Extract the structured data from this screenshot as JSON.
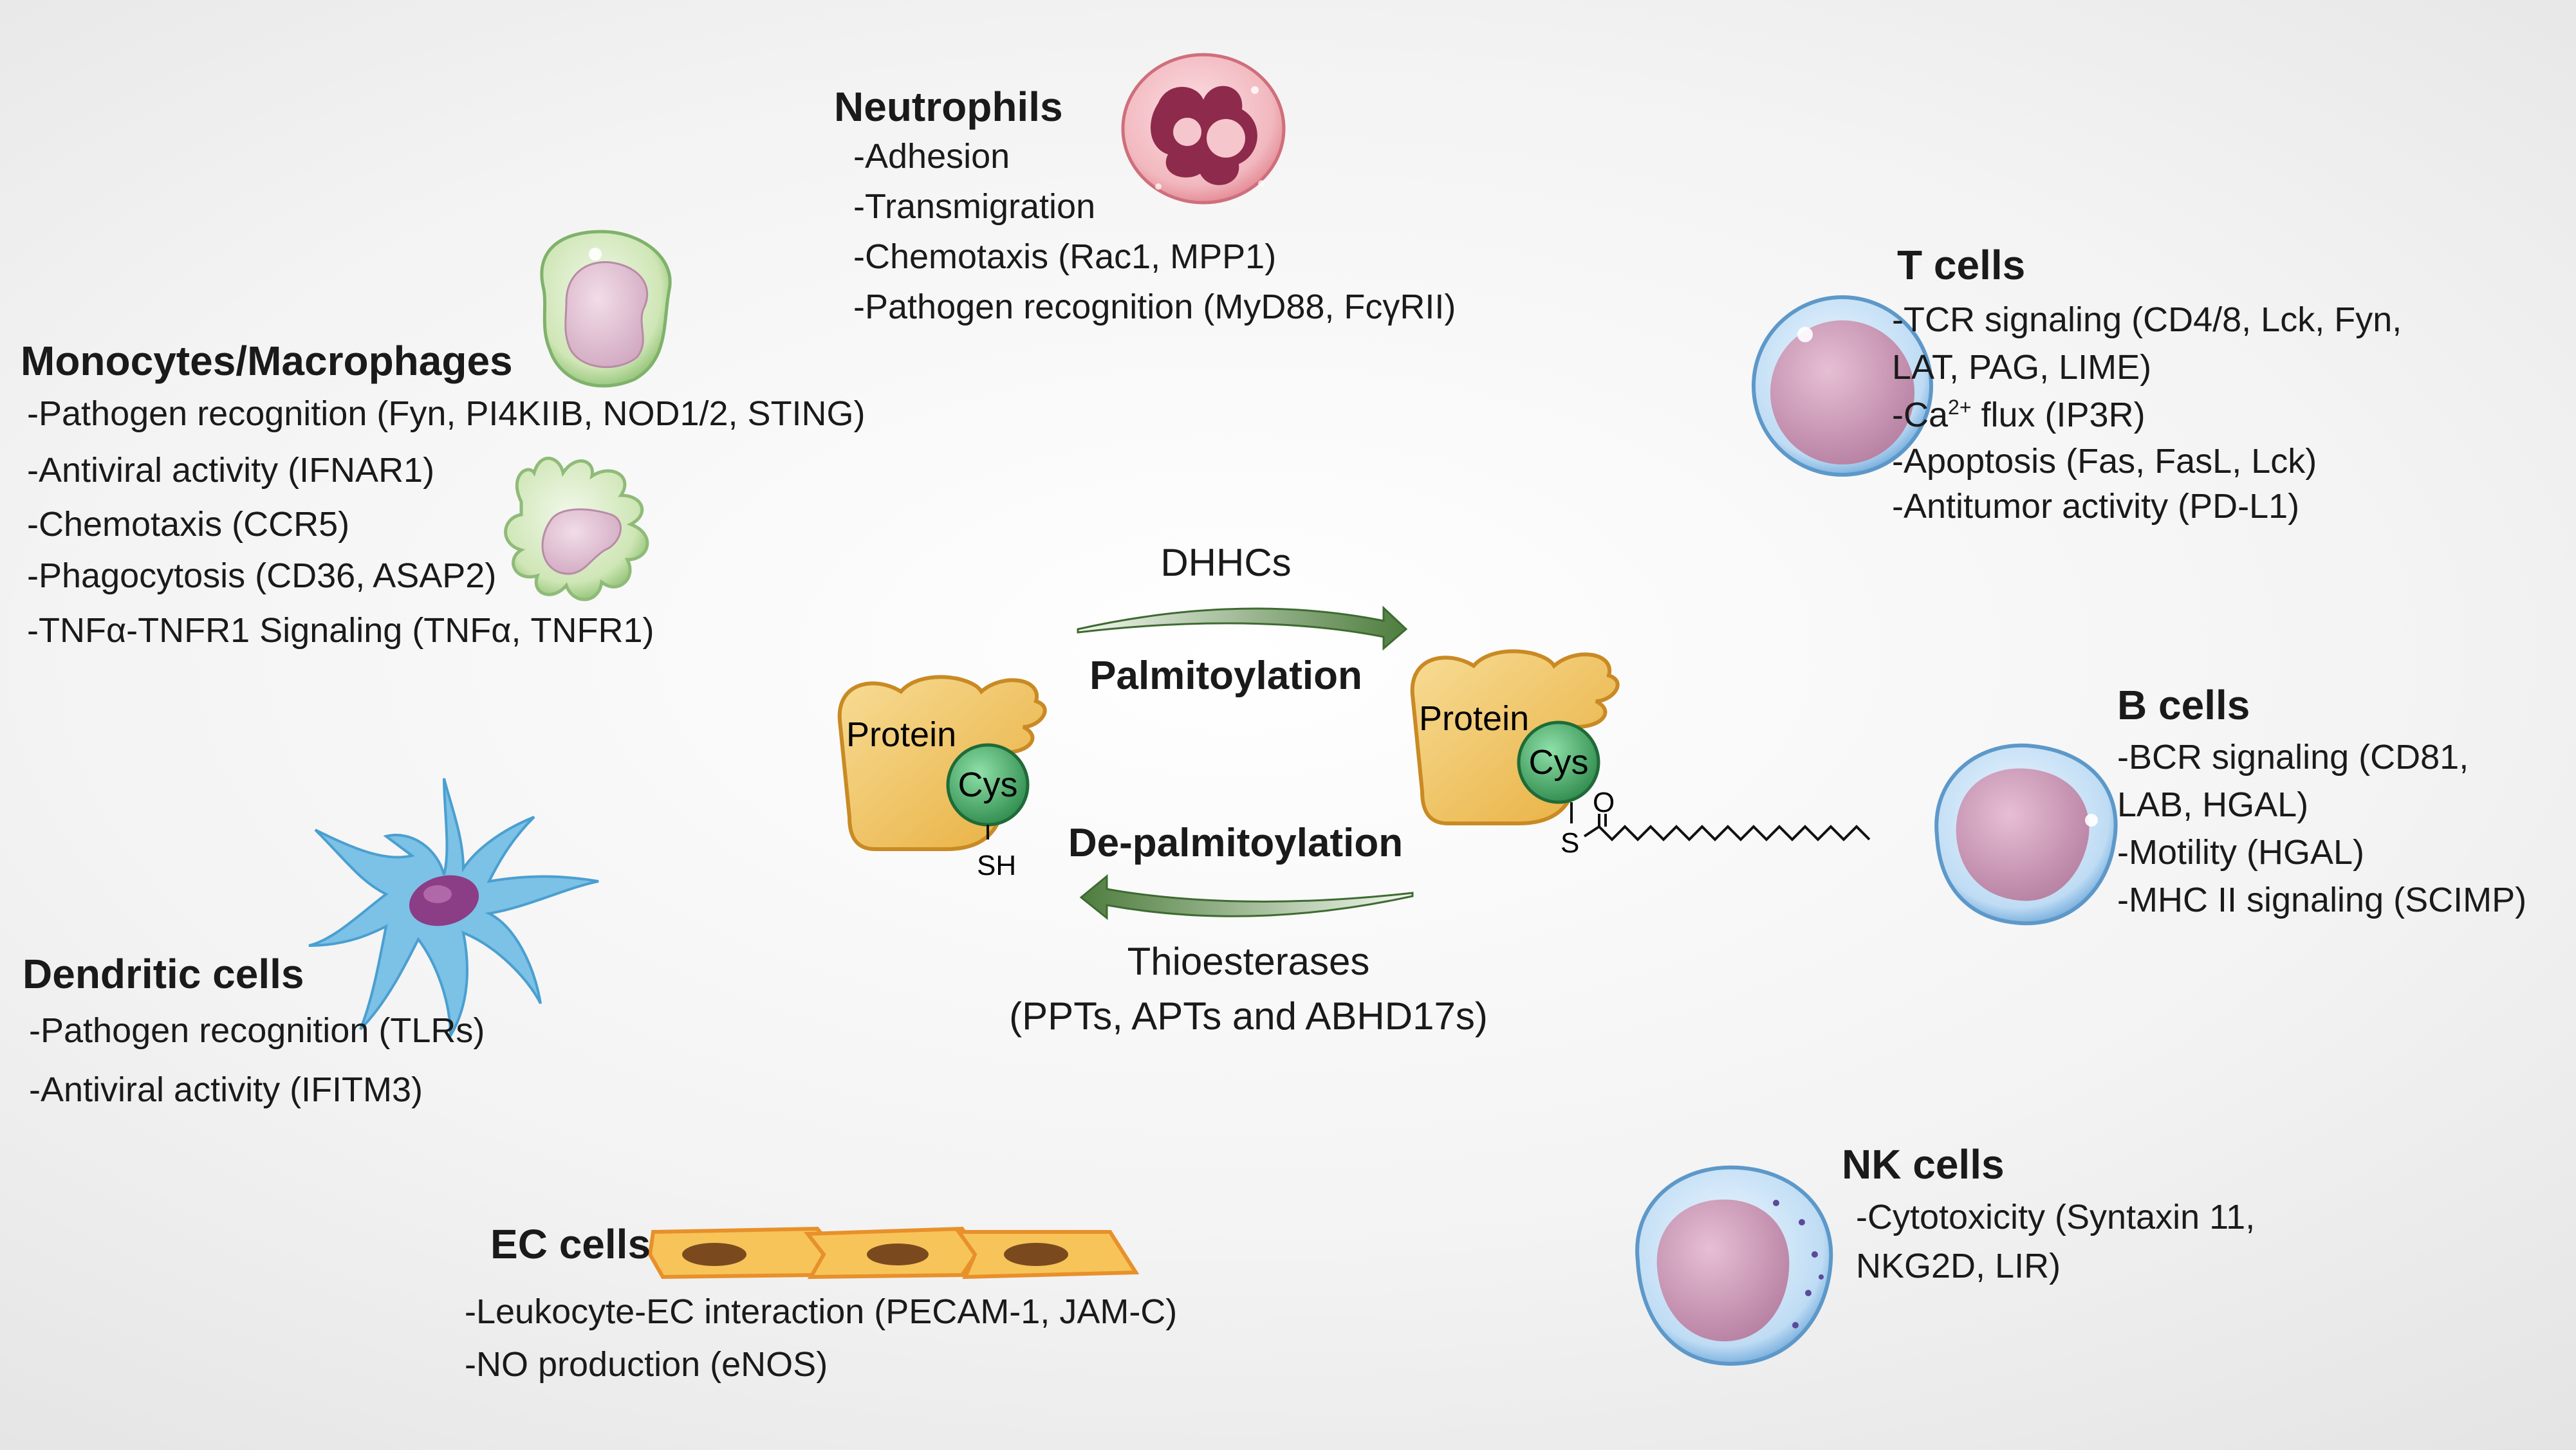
{
  "neutrophils": {
    "title": "Neutrophils",
    "items": [
      "-Adhesion",
      "-Transmigration",
      "-Chemotaxis (Rac1, MPP1)",
      "-Pathogen recognition (MyD88, FcγRII)"
    ]
  },
  "monocytes": {
    "title": "Monocytes/Macrophages",
    "items": [
      "-Pathogen recognition (Fyn, PI4KIIB, NOD1/2, STING)",
      "-Antiviral activity  (IFNAR1)",
      "-Chemotaxis (CCR5)",
      "-Phagocytosis (CD36, ASAP2)",
      "-TNFα-TNFR1 Signaling (TNFα, TNFR1)"
    ]
  },
  "t_cells": {
    "title": "T cells",
    "items": [
      "-TCR signaling (CD4/8, Lck, Fyn,",
      " LAT, PAG, LIME)"
    ],
    "ca_prefix": "-Ca",
    "ca_sup": "2+",
    "ca_suffix": " flux (IP3R)",
    "items_after": [
      "-Apoptosis (Fas, FasL, Lck)",
      "-Antitumor activity (PD-L1)"
    ]
  },
  "b_cells": {
    "title": "B cells",
    "items": [
      "-BCR signaling (CD81,",
      " LAB, HGAL)",
      "-Motility (HGAL)",
      "-MHC II signaling  (SCIMP)"
    ]
  },
  "dendritic": {
    "title": "Dendritic cells",
    "items": [
      "-Pathogen recognition (TLRs)",
      "-Antiviral activity  (IFITM3)"
    ]
  },
  "nk_cells": {
    "title": "NK cells",
    "items": [
      "-Cytotoxicity (Syntaxin 11,",
      " NKG2D, LIR)"
    ]
  },
  "ec_cells": {
    "title": "EC cells",
    "items": [
      "-Leukocyte-EC interaction (PECAM-1, JAM-C)",
      "-NO production (eNOS)"
    ]
  },
  "cycle": {
    "enzyme_top": "DHHCs",
    "palmitoylation": "Palmitoylation",
    "depalmitoylation": "De-palmitoylation",
    "thioesterases": "Thioesterases",
    "thioesterase_list": "(PPTs, APTs and ABHD17s)",
    "protein_label": "Protein",
    "cys_label": "Cys",
    "sh_label": "SH",
    "s_label": "S",
    "o_label": "O"
  },
  "colors": {
    "arrow_green": "#5f8a4e",
    "cys_green": "#3f9a5c",
    "protein_yellow": "#f2c869",
    "ec_orange": "#f5a623"
  },
  "icons": [
    "neutrophil-icon",
    "monocyte-icon",
    "macrophage-icon",
    "t-cell-icon",
    "b-cell-icon",
    "dendritic-cell-icon",
    "nk-cell-icon",
    "endothelial-cells-icon",
    "protein-icon"
  ]
}
